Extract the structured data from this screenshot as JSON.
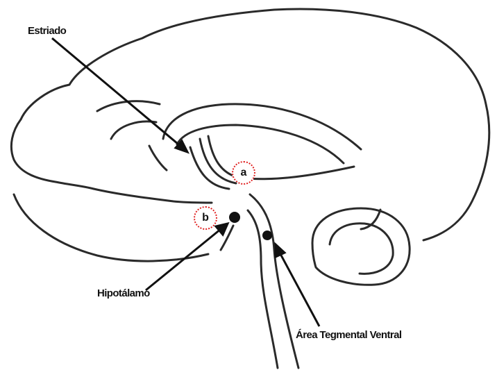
{
  "labels": {
    "striatum": "Estriado",
    "hypothalamus": "Hipotálamo",
    "vta": "Área Tegmental Ventral"
  },
  "markers": {
    "a": "a",
    "b": "b"
  },
  "colors": {
    "outline": "#2a2a2a",
    "marker_ring": "#e02020",
    "text": "#111111"
  }
}
